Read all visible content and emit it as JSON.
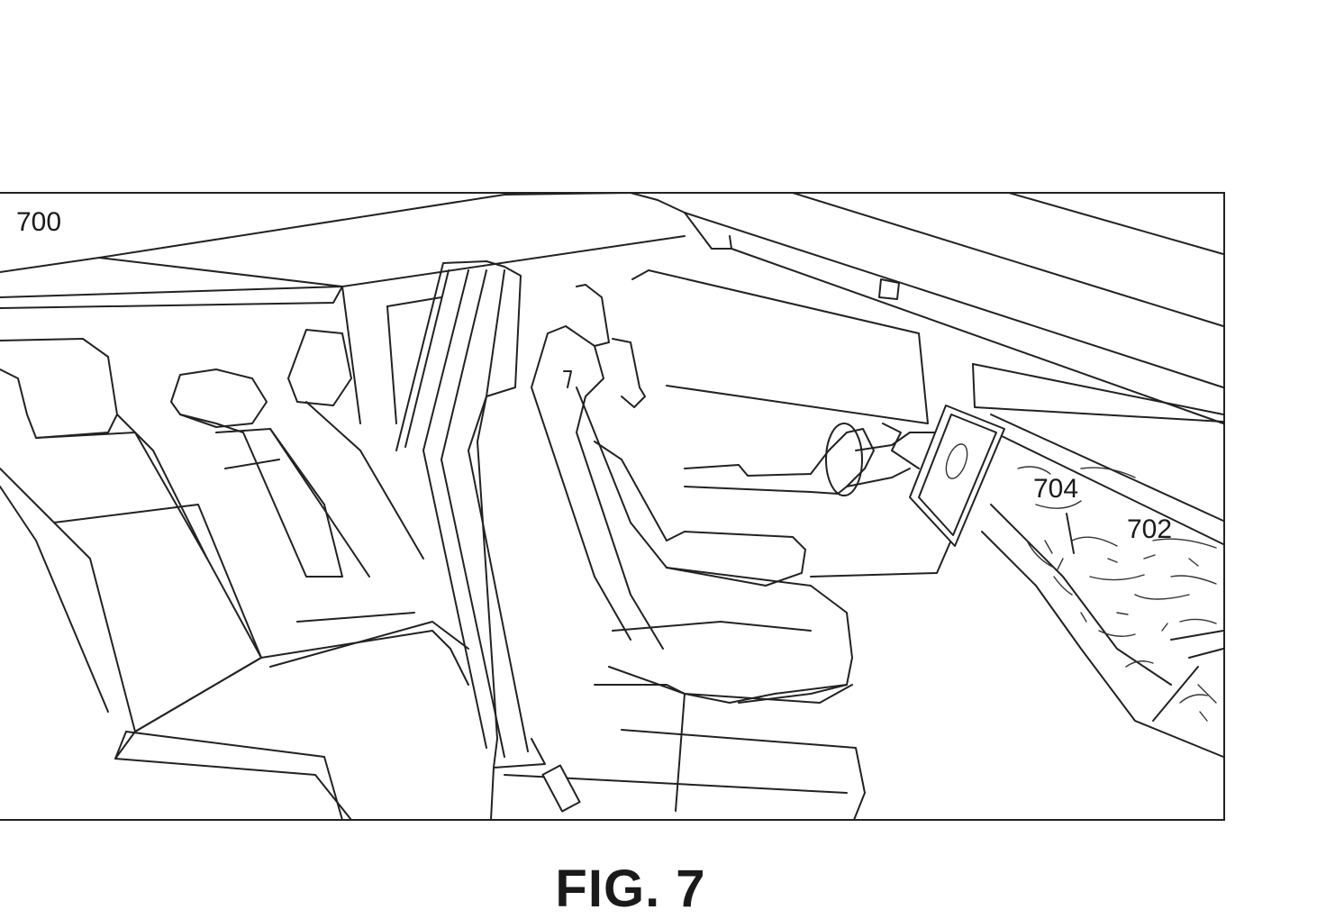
{
  "figure": {
    "caption": "FIG. 7",
    "reference_numerals": {
      "cabin": "700",
      "display_element": "704",
      "dashboard": "702"
    }
  },
  "colors": {
    "line": "#222222",
    "background": "#ffffff"
  }
}
